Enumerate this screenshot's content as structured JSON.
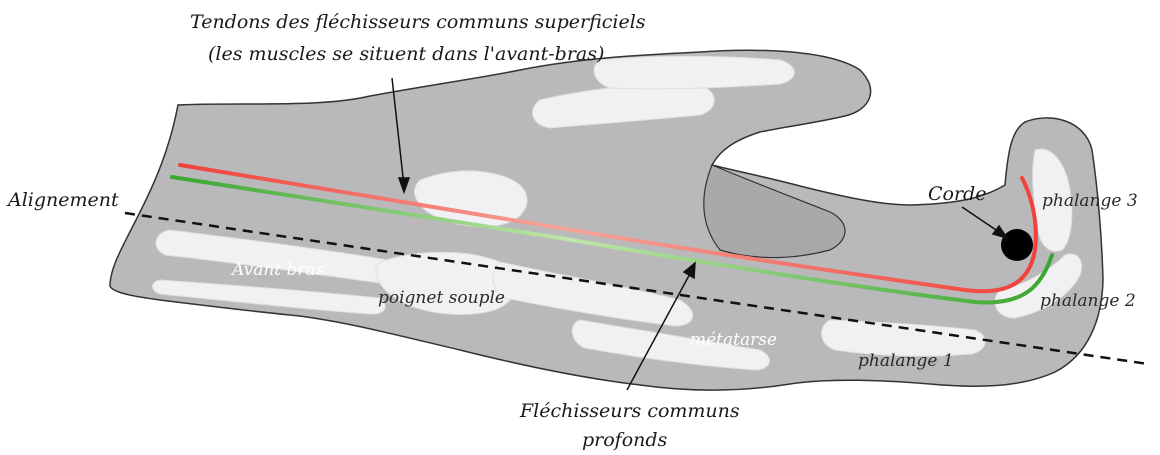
{
  "labels": {
    "superficial_tendons_line1": "Tendons des fléchisseurs communs superficiels",
    "superficial_tendons_line2": "(les muscles se situent dans l'avant-bras)",
    "alignment": "Alignement",
    "forearm": "Avant bras",
    "wrist": "poignet souple",
    "metatarsal": "métatarse",
    "phalanx_1": "phalange 1",
    "phalanx_2": "phalange 2",
    "phalanx_3": "phalange 3",
    "string": "Corde",
    "deep_flexors_line1": "Fléchisseurs communs",
    "deep_flexors_line2": "profonds"
  },
  "colors": {
    "skin": "#b9b9bb",
    "bone": "#f4f4f6",
    "superficial_tendon": "#f0413a",
    "deep_tendon": "#3aa62f",
    "string": "#000000",
    "outline": "#333333"
  }
}
